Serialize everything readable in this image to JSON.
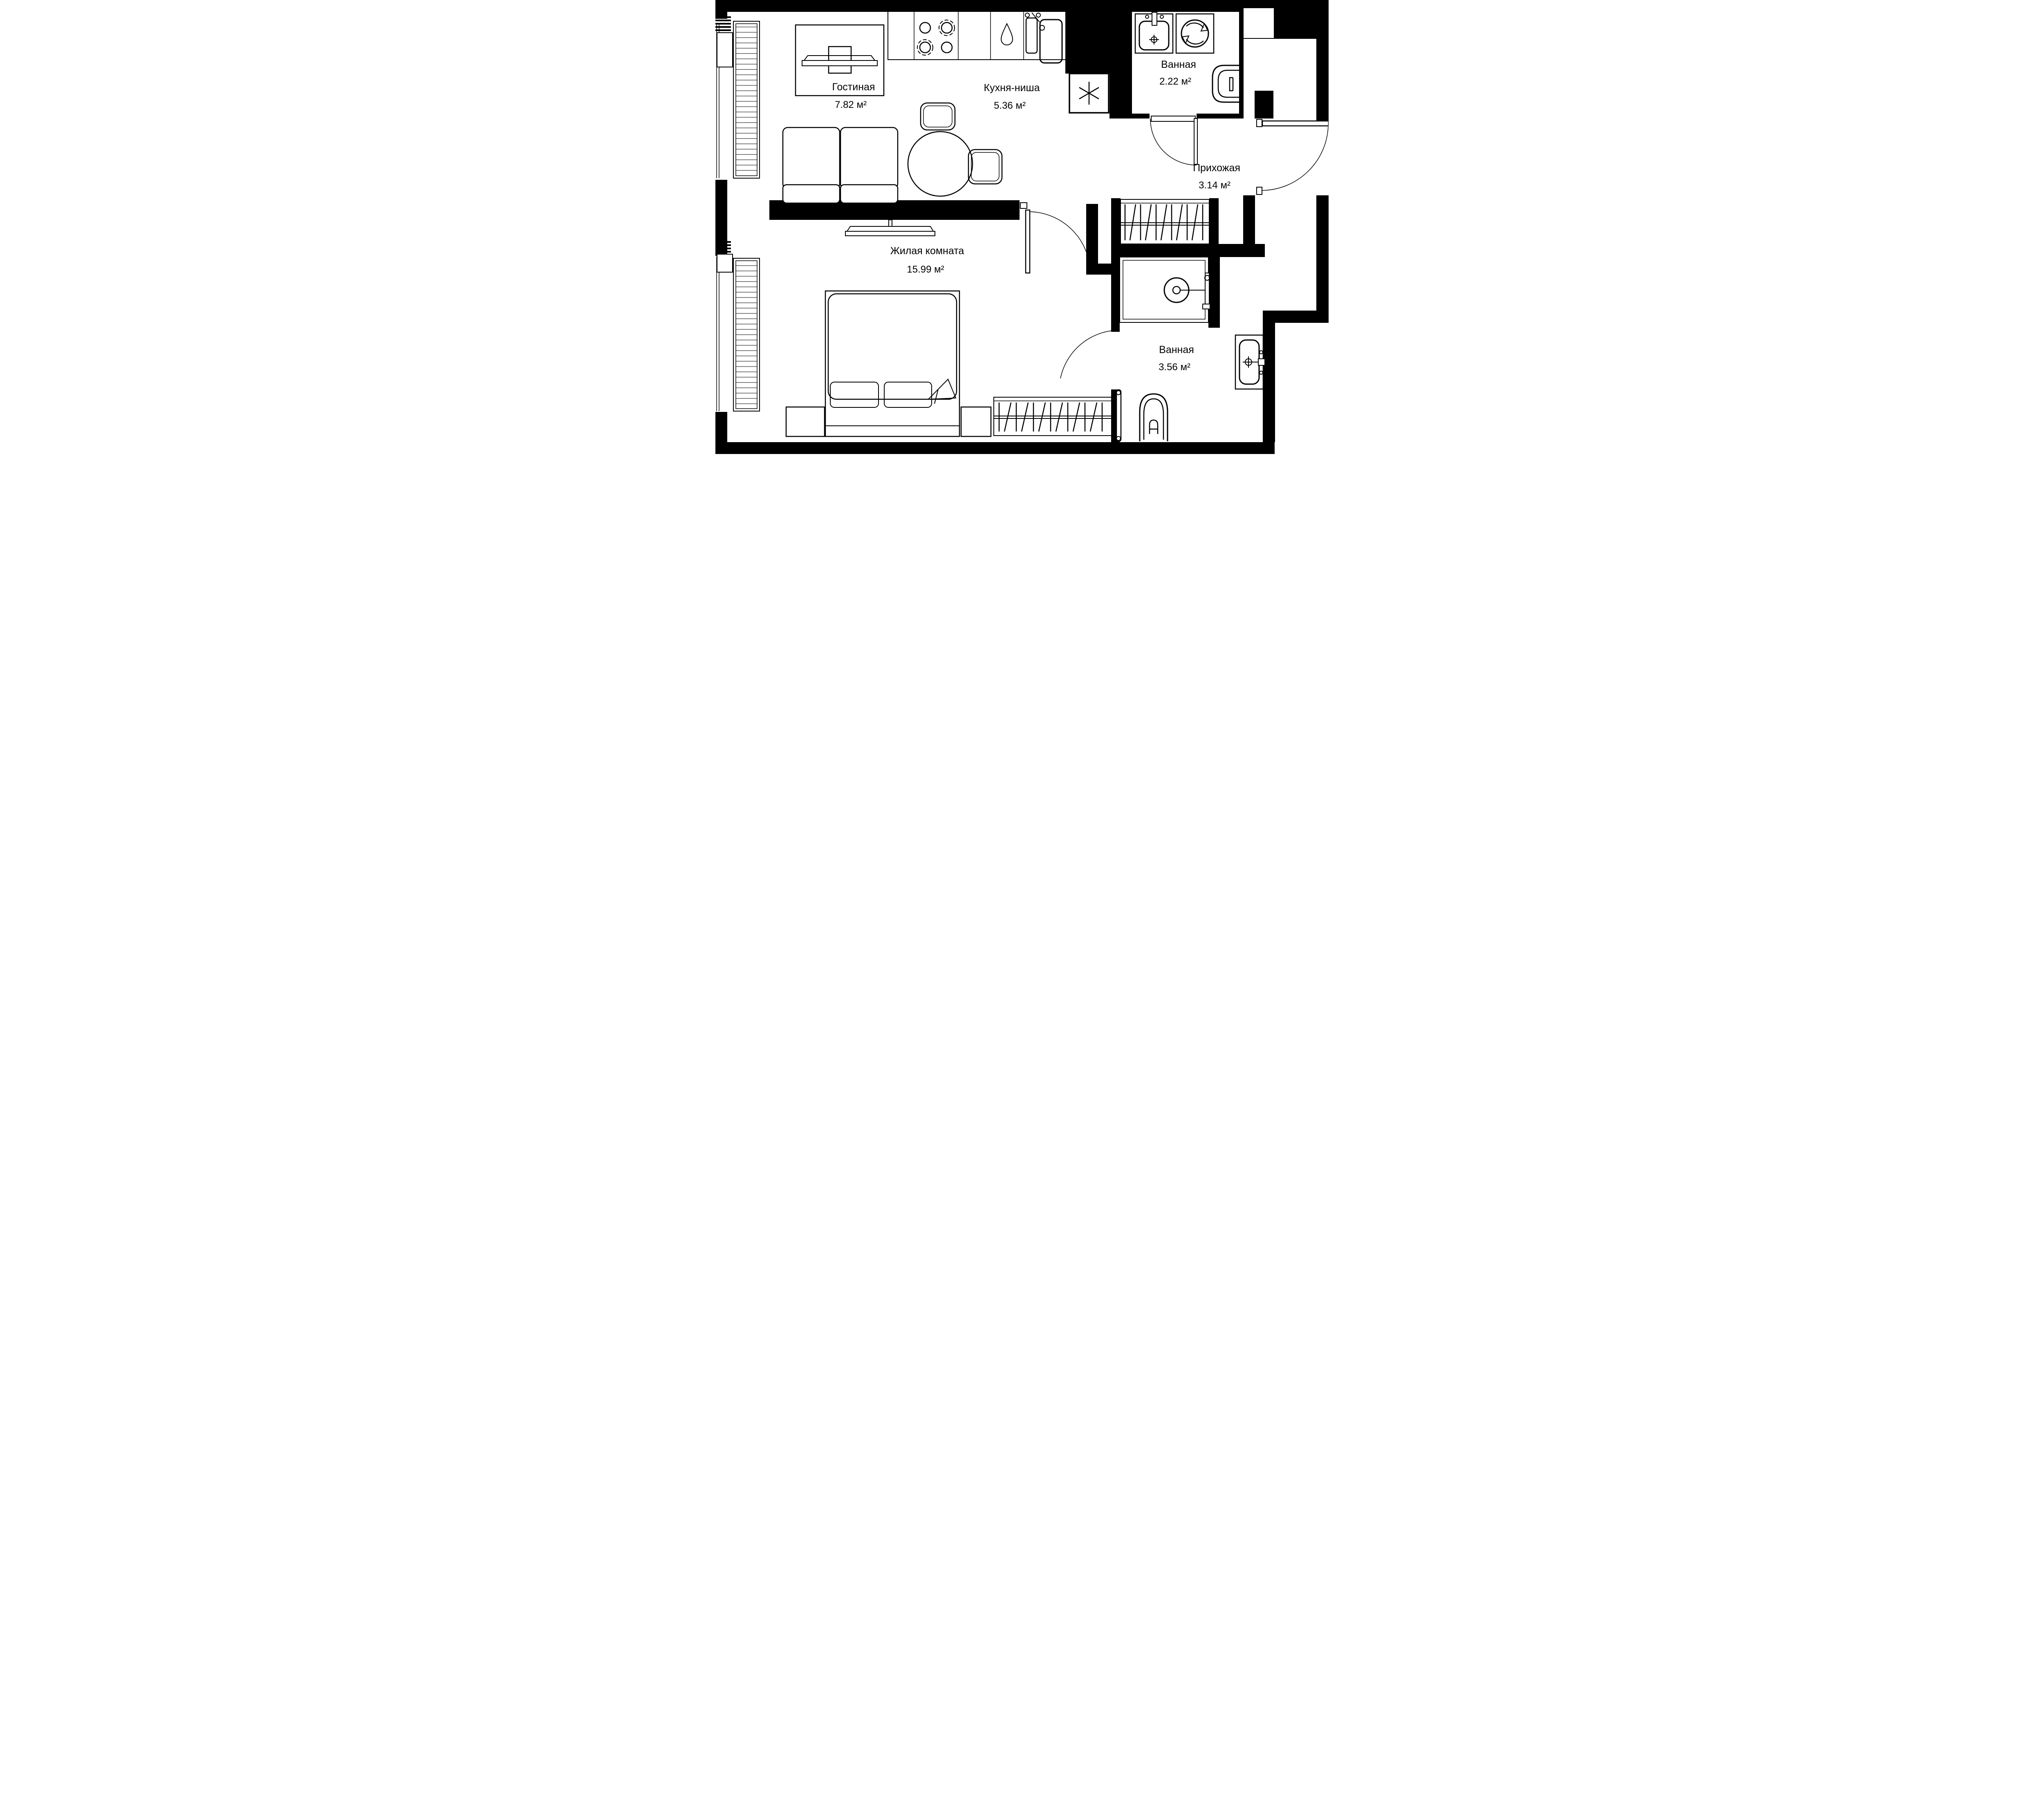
{
  "floorplan": {
    "background_color": "#ffffff",
    "wall_color": "#000000",
    "text_color": "#000000",
    "area_unit": "м²",
    "rooms": [
      {
        "id": "living",
        "name": "Гостиная",
        "area": "7.82 м²"
      },
      {
        "id": "kitchen",
        "name": "Кухня-ниша",
        "area": "5.36 м²"
      },
      {
        "id": "bath_top",
        "name": "Ванная",
        "area": "2.22 м²"
      },
      {
        "id": "hallway",
        "name": "Прихожая",
        "area": "3.14 м²"
      },
      {
        "id": "bedroom",
        "name": "Жилая комната",
        "area": "15.99 м²"
      },
      {
        "id": "bath_bottom",
        "name": "Ванная",
        "area": "3.56 м²"
      }
    ],
    "symbols": [
      "tv-console-icon",
      "sofa-icon",
      "round-table-icon",
      "chair-icon",
      "cooktop-burners-icon",
      "water-drop-icon",
      "kitchen-sink-icon",
      "ventilation-fan-icon",
      "bathroom-sink-icon",
      "washing-machine-icon",
      "toilet-icon",
      "wardrobe-hangers-icon",
      "shower-head-icon",
      "bed-icon",
      "pillow-icon",
      "nightstand-icon",
      "wall-tv-icon",
      "door-swing-icon",
      "window-hatch-icon"
    ]
  }
}
